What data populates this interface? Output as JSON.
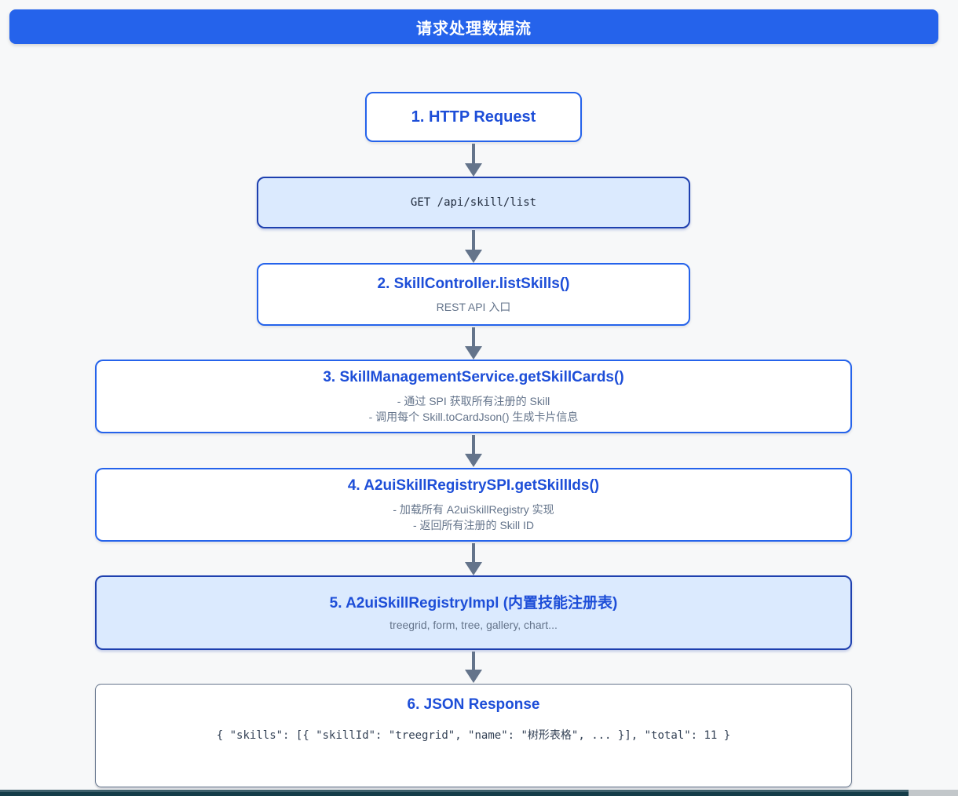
{
  "header": {
    "title": "请求处理数据流"
  },
  "flow": {
    "nodes": [
      {
        "title": "1. HTTP Request"
      },
      {
        "code": "GET /api/skill/list"
      },
      {
        "title": "2. SkillController.listSkills()",
        "subtitle": "REST API 入口"
      },
      {
        "title": "3. SkillManagementService.getSkillCards()",
        "details": [
          "- 通过 SPI 获取所有注册的 Skill",
          "- 调用每个 Skill.toCardJson() 生成卡片信息"
        ]
      },
      {
        "title": "4. A2uiSkillRegistrySPI.getSkillIds()",
        "details": [
          "- 加载所有 A2uiSkillRegistry 实现",
          "- 返回所有注册的 Skill ID"
        ]
      },
      {
        "title": "5. A2uiSkillRegistryImpl (内置技能注册表)",
        "subtitle": "treegrid, form, tree, gallery, chart..."
      },
      {
        "title": "6. JSON Response",
        "code": "{ \"skills\": [{ \"skillId\": \"treegrid\", \"name\": \"树形表格\", ... }], \"total\": 11 }"
      }
    ]
  },
  "colors": {
    "header_bg": "#2563eb",
    "node_border": "#2563eb",
    "highlight_border": "#1e40af",
    "highlight_bg": "#dbeafe",
    "title_text": "#1d4ed8",
    "subtitle_text": "#64748b",
    "arrow": "#64748b",
    "bottom_bar": "#143c48"
  }
}
